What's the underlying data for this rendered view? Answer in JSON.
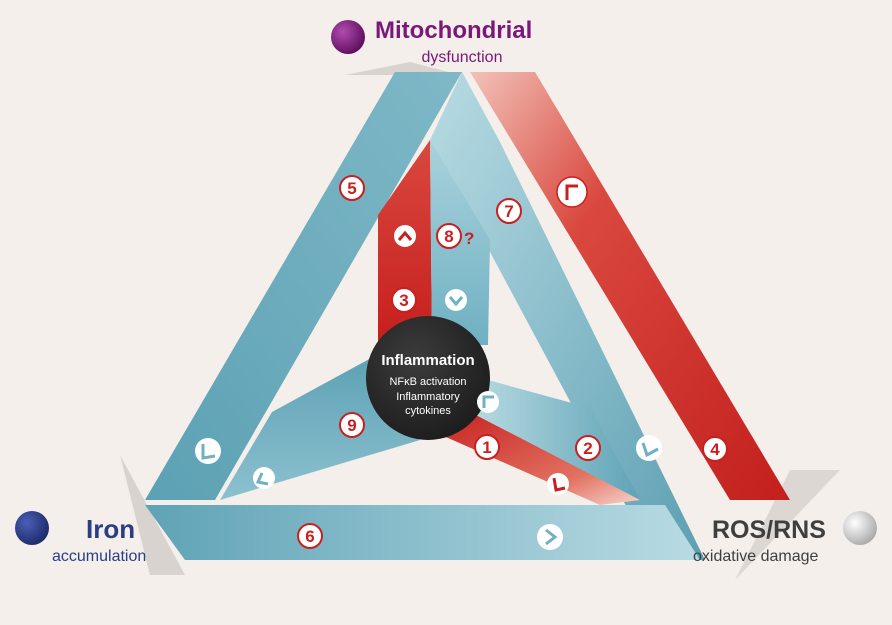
{
  "nodes": {
    "mitochondrial": {
      "title": "Mitochondrial",
      "subtitle": "dysfunction",
      "color": "#7b1779"
    },
    "iron": {
      "title": "Iron",
      "subtitle": "accumulation",
      "color": "#2b3d85"
    },
    "ros": {
      "title": "ROS/RNS",
      "subtitle": "oxidative damage",
      "color": "#3f3f3f"
    }
  },
  "center": {
    "title": "Inflammation",
    "line1": "NFκB activation",
    "line2": "Inflammatory",
    "line3": "cytokines"
  },
  "markers": [
    "1",
    "2",
    "3",
    "4",
    "5",
    "6",
    "7",
    "8",
    "9"
  ],
  "question_mark": "?",
  "colors": {
    "blue_band": "#6fb0c2",
    "red_band": "#cc2a28",
    "marker_stroke": "#c8201f",
    "center_fill": "#2a2a2a",
    "background": "#f4efea"
  },
  "icons": [
    "chevron-icon"
  ]
}
